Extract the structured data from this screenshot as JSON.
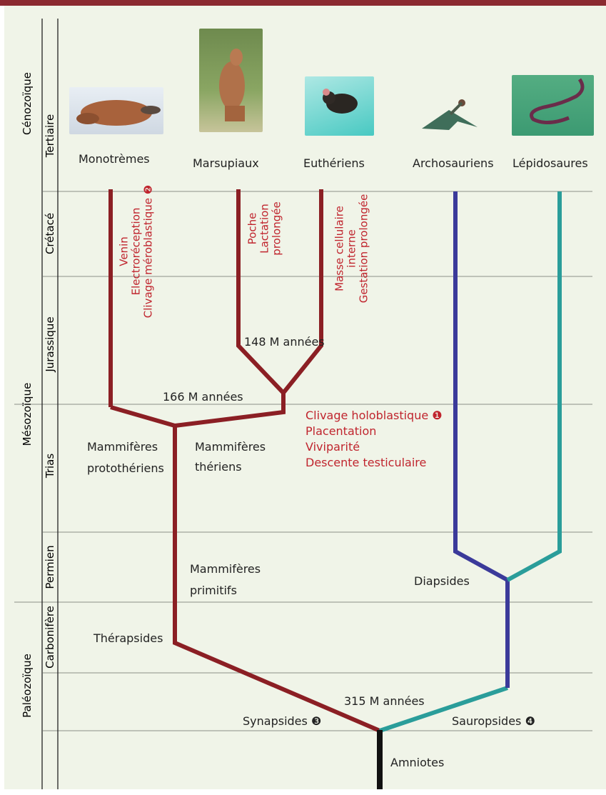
{
  "colors": {
    "top_bar": "#8b2a30",
    "panel_bg": "#f0f4e8",
    "grid": "#9fa39c",
    "synapsid_branch": "#8b1f24",
    "sauropsid_branch": "#2a9d9a",
    "diapsid_branch": "#3b3a9a",
    "root": "#111111",
    "trait_text": "#c0252e"
  },
  "eras": {
    "cenozoic": "Cénozoïque",
    "mesozoic": "Mésozoïque",
    "paleozoic": "Paléozoïque"
  },
  "periods": {
    "tertiary": "Tertiaire",
    "cretaceous": "Crétacé",
    "jurassic": "Jurassique",
    "triassic": "Trias",
    "permian": "Permien",
    "carboniferous": "Carbonifère"
  },
  "taxa": {
    "monotremes": "Monotrèmes",
    "marsupials": "Marsupiaux",
    "eutherians": "Euthériens",
    "archosaurs": "Archosauriens",
    "lepidosaurs": "Lépidosaures"
  },
  "images": {
    "monotremes": "platypus-photo",
    "marsupials": "kangaroo-photo",
    "eutherians": "mouse-photo",
    "archosaurs": "archaeopteryx-illustration",
    "lepidosaurs": "snake-photo"
  },
  "nodes": {
    "mammal_split": "166 M années",
    "therian_split": "148 M années",
    "amniote_split": "315 M années"
  },
  "groups": {
    "prototherians_1": "Mammifères",
    "prototherians_2": "protothériens",
    "therians_1": "Mammifères",
    "therians_2": "thériens",
    "primitive_1": "Mammifères",
    "primitive_2": "primitifs",
    "therapsids": "Thérapsides",
    "diapsids": "Diapsides",
    "synapsids": "Synapsides ❸",
    "sauropsids": "Sauropsides ❹",
    "amniotes": "Amniotes"
  },
  "traits": {
    "monotremes": [
      "Venin",
      "Electroréception",
      "Clivage méroblastique ❷"
    ],
    "marsupials": [
      "Poche",
      "Lactation",
      "prolongée"
    ],
    "eutherians": [
      "Masse cellulaire",
      "interne",
      "Gestation prolongée"
    ],
    "therians": [
      "Clivage holoblastique ❶",
      "Placentation",
      "Viviparité",
      "Descente testiculaire"
    ]
  }
}
